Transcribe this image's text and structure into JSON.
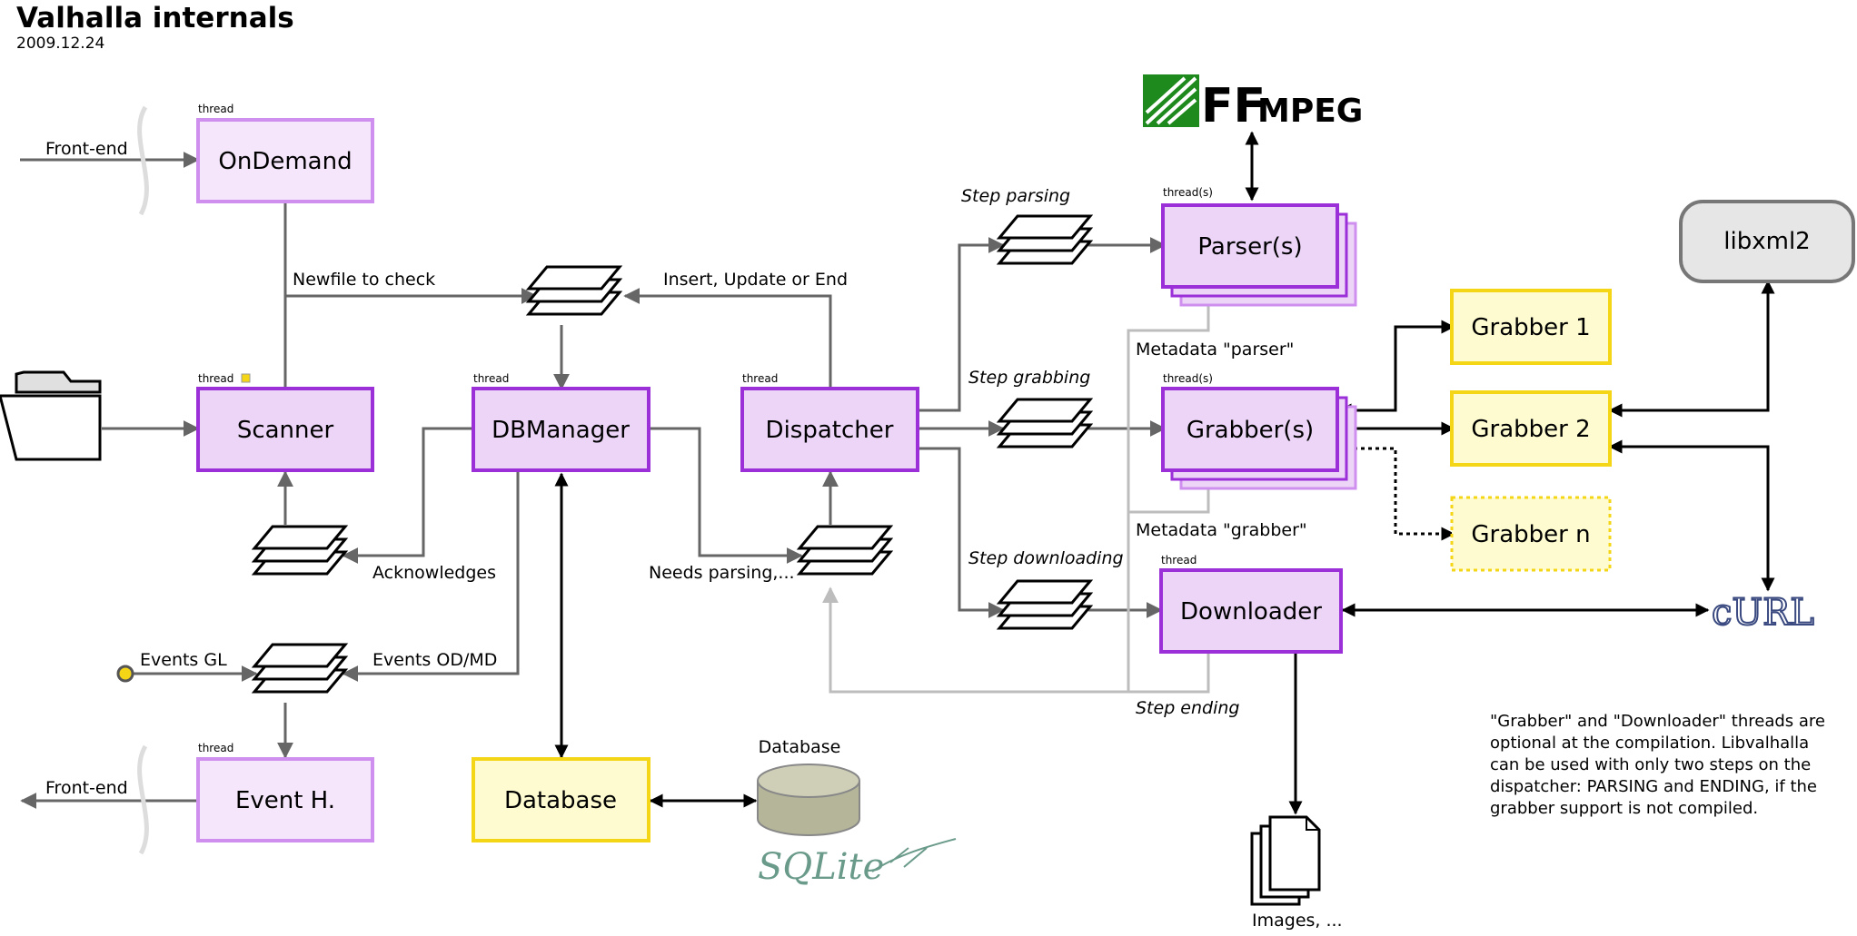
{
  "header": {
    "title": "Valhalla internals",
    "date": "2009.12.24"
  },
  "thread_label": "thread",
  "threads_label": "thread(s)",
  "boxes": {
    "ondemand": "OnDemand",
    "scanner": "Scanner",
    "dbmanager": "DBManager",
    "dispatcher": "Dispatcher",
    "parser": "Parser(s)",
    "grabber": "Grabber(s)",
    "downloader": "Downloader",
    "eventh": "Event H.",
    "database": "Database",
    "grabber1": "Grabber 1",
    "grabber2": "Grabber 2",
    "grabbern": "Grabber n",
    "libxml2": "libxml2"
  },
  "labels": {
    "frontend_in": "Front-end",
    "frontend_out": "Front-end",
    "newfile": "Newfile to check",
    "insert_update": "Insert, Update or End",
    "acknowledges": "Acknowledges",
    "needs_parsing": "Needs parsing,...",
    "events_gl": "Events GL",
    "events_od": "Events OD/MD",
    "step_parsing": "Step parsing",
    "step_grabbing": "Step grabbing",
    "step_downloading": "Step downloading",
    "step_ending": "Step ending",
    "meta_parser": "Metadata \"parser\"",
    "meta_grabber": "Metadata \"grabber\"",
    "database_cyl": "Database",
    "images": "Images, ..."
  },
  "logos": {
    "ffmpeg_ff": "FF",
    "ffmpeg_mpeg": "MPEG",
    "sqlite": "SQLite",
    "curl": "cURL"
  },
  "note_lines": [
    "\"Grabber\" and \"Downloader\" threads are",
    "optional at the compilation. Libvalhalla",
    "can be used with only two steps on the",
    "dispatcher: PARSING and ENDING, if the",
    "grabber support is not compiled."
  ],
  "colors": {
    "thread_fill": "#ecd5f7",
    "thread_stroke": "#9b30d9",
    "thread_light_stroke": "#cf8fef",
    "grabber_fill": "#fdfbcf",
    "grabber_stroke": "#f5d617",
    "libxml_fill": "#e6e6e6",
    "libxml_stroke": "#777777",
    "arrow_gray": "#666666",
    "arrow_light": "#bdbdbd",
    "ffmpeg_green": "#1e8a1e",
    "sqlite_green": "#6a9a8a",
    "curl_blue": "#3a4a80",
    "db_fill": "#b5b59a"
  }
}
